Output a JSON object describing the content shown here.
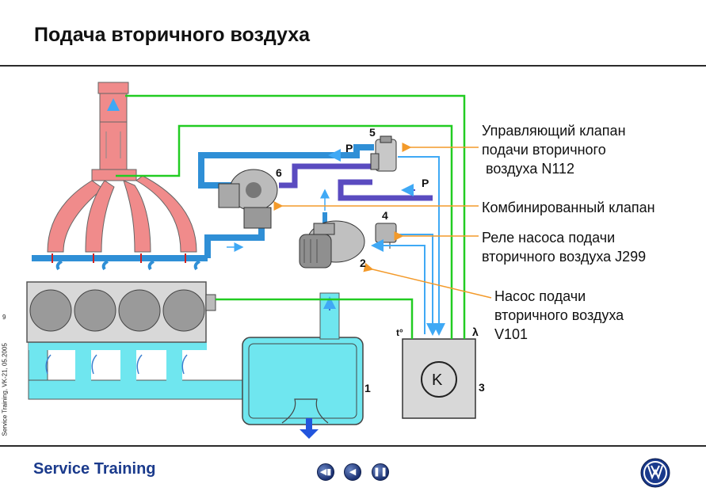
{
  "slide": {
    "title": "Подача вторичного воздуха",
    "side_text": "Service Training, VK-21, 05.2005",
    "page_number": "9"
  },
  "diagram": {
    "numbers": [
      "1",
      "2",
      "3",
      "4",
      "5",
      "6"
    ],
    "symbols": {
      "pressure": "P",
      "temperature": "t°",
      "lambda": "λ",
      "control_unit": "K"
    },
    "labels": {
      "n112": [
        "Управляющий клапан",
        "подачи вторичного",
        " воздуха N112"
      ],
      "combi_valve": [
        "Комбинированный клапан"
      ],
      "relay": [
        "Реле насоса подачи",
        "вторичного воздуха J299"
      ],
      "pump": [
        "Насос подачи",
        "вторичного воздуха",
        "V101"
      ]
    },
    "colors": {
      "exhaust": "#f08b8b",
      "air": "#6fe6ef",
      "vacuum": "#5a4bc0",
      "signal_green": "#22cc22",
      "signal_blue": "#3fa9f5",
      "pointer_orange": "#f39a2a"
    }
  },
  "footer": {
    "brand": "Service Training",
    "nav": [
      "first-icon",
      "prev-icon",
      "pause-icon"
    ],
    "logo": "vw-logo"
  }
}
